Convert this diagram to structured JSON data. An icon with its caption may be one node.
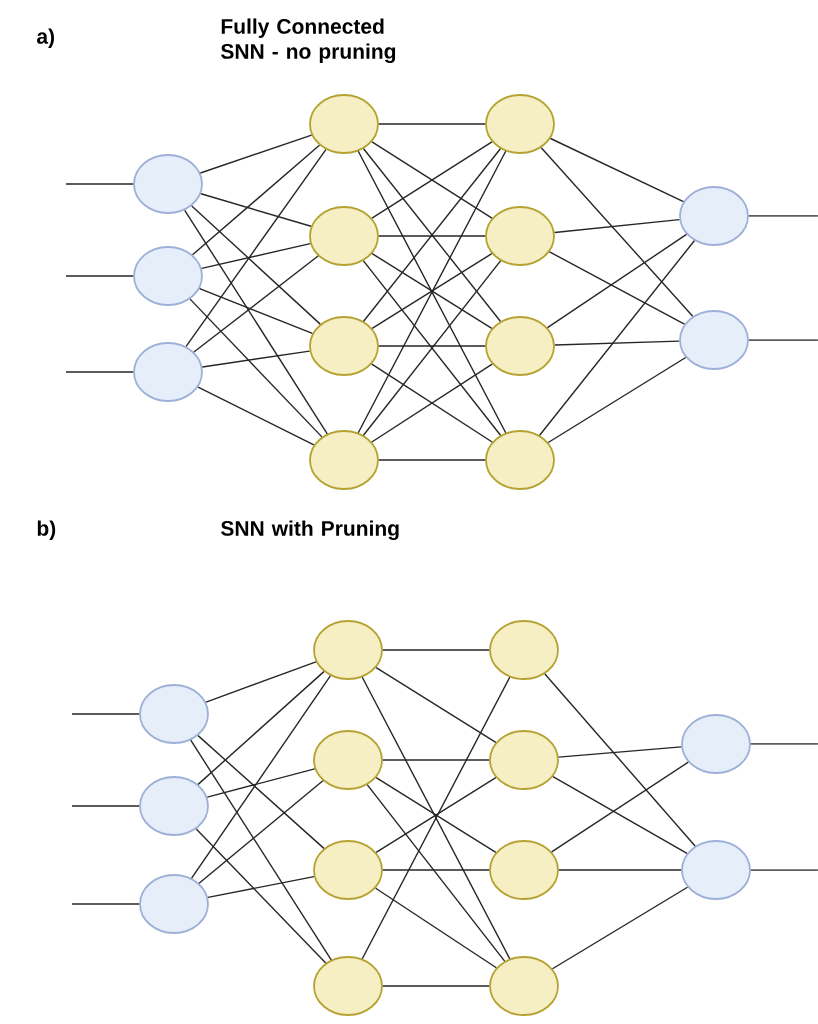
{
  "diagram": {
    "nodes": [
      {
        "text": [],
        "shape": "circle"
      },
      {
        "text": [],
        "shape": "circle"
      },
      {
        "text": [],
        "shape": "circle"
      },
      {
        "text": [],
        "shape": "circle"
      },
      {
        "text": [],
        "shape": "circle"
      },
      {
        "text": [],
        "shape": "circle"
      },
      {
        "text": [],
        "shape": "circle"
      },
      {
        "text": [],
        "shape": "circle"
      },
      {
        "text": [],
        "shape": "circle"
      },
      {
        "text": [],
        "shape": "circle"
      },
      {
        "text": [],
        "shape": "circle"
      },
      {
        "text": [],
        "shape": "circle"
      },
      {
        "text": [],
        "shape": "circle"
      },
      {
        "text": [],
        "shape": "circle"
      },
      {
        "text": [],
        "shape": "circle"
      },
      {
        "text": [],
        "shape": "circle"
      },
      {
        "text": [],
        "shape": "circle"
      },
      {
        "text": [],
        "shape": "circle"
      },
      {
        "text": [],
        "shape": "circle"
      },
      {
        "text": [],
        "shape": "circle"
      },
      {
        "text": [],
        "shape": "circle"
      },
      {
        "text": [],
        "shape": "circle"
      },
      {
        "text": [],
        "shape": "circle"
      },
      {
        "text": [],
        "shape": "circle"
      },
      {
        "text": [],
        "shape": "circle"
      },
      {
        "text": [],
        "shape": "circle"
      }
    ],
    "edges": [
      {
        "from": null,
        "to": 0,
        "arrow": "none"
      },
      {
        "from": null,
        "to": 1,
        "arrow": "none"
      },
      {
        "from": null,
        "to": 2,
        "arrow": "none"
      },
      {
        "from": 0,
        "to": 3,
        "arrow": "none"
      },
      {
        "from": 0,
        "to": 4,
        "arrow": "none"
      },
      {
        "from": 0,
        "to": 5,
        "arrow": "none"
      },
      {
        "from": 0,
        "to": 6,
        "arrow": "none"
      },
      {
        "from": 1,
        "to": 3,
        "arrow": "none"
      },
      {
        "from": 1,
        "to": 4,
        "arrow": "none"
      },
      {
        "from": 1,
        "to": 5,
        "arrow": "none"
      },
      {
        "from": 1,
        "to": 6,
        "arrow": "none"
      },
      {
        "from": 2,
        "to": 3,
        "arrow": "none"
      },
      {
        "from": 2,
        "to": 4,
        "arrow": "none"
      },
      {
        "from": 2,
        "to": 5,
        "arrow": "none"
      },
      {
        "from": 2,
        "to": 6,
        "arrow": "none"
      },
      {
        "from": 3,
        "to": 7,
        "arrow": "none"
      },
      {
        "from": 3,
        "to": 8,
        "arrow": "none"
      },
      {
        "from": 3,
        "to": 9,
        "arrow": "none"
      },
      {
        "from": 3,
        "to": 10,
        "arrow": "none"
      },
      {
        "from": 4,
        "to": 7,
        "arrow": "none"
      },
      {
        "from": 4,
        "to": 8,
        "arrow": "none"
      },
      {
        "from": 4,
        "to": 9,
        "arrow": "none"
      },
      {
        "from": 4,
        "to": 10,
        "arrow": "none"
      },
      {
        "from": 5,
        "to": 7,
        "arrow": "none"
      },
      {
        "from": 5,
        "to": 8,
        "arrow": "none"
      },
      {
        "from": 5,
        "to": 9,
        "arrow": "none"
      },
      {
        "from": 5,
        "to": 10,
        "arrow": "none"
      },
      {
        "from": 6,
        "to": 7,
        "arrow": "none"
      },
      {
        "from": 6,
        "to": 8,
        "arrow": "none"
      },
      {
        "from": 6,
        "to": 9,
        "arrow": "none"
      },
      {
        "from": 6,
        "to": 10,
        "arrow": "none"
      },
      {
        "from": 7,
        "to": 11,
        "arrow": "none"
      },
      {
        "from": 7,
        "to": 12,
        "arrow": "none"
      },
      {
        "from": 8,
        "to": 11,
        "arrow": "none"
      },
      {
        "from": 8,
        "to": 12,
        "arrow": "none"
      },
      {
        "from": 9,
        "to": 11,
        "arrow": "none"
      },
      {
        "from": 9,
        "to": 12,
        "arrow": "none"
      },
      {
        "from": 10,
        "to": 11,
        "arrow": "none"
      },
      {
        "from": 10,
        "to": 12,
        "arrow": "none"
      },
      {
        "from": 11,
        "to": null,
        "arrow": "none"
      },
      {
        "from": 12,
        "to": null,
        "arrow": "none"
      },
      {
        "from": null,
        "to": 13,
        "arrow": "none"
      },
      {
        "from": null,
        "to": 14,
        "arrow": "none"
      },
      {
        "from": null,
        "to": 15,
        "arrow": "none"
      },
      {
        "from": 13,
        "to": 16,
        "arrow": "none"
      },
      {
        "from": 13,
        "to": 18,
        "arrow": "none"
      },
      {
        "from": 13,
        "to": 19,
        "arrow": "none"
      },
      {
        "from": 14,
        "to": 16,
        "arrow": "none"
      },
      {
        "from": 14,
        "to": 17,
        "arrow": "none"
      },
      {
        "from": 14,
        "to": 19,
        "arrow": "none"
      },
      {
        "from": 15,
        "to": 16,
        "arrow": "none"
      },
      {
        "from": 15,
        "to": 17,
        "arrow": "none"
      },
      {
        "from": 15,
        "to": 18,
        "arrow": "none"
      },
      {
        "from": 16,
        "to": 20,
        "arrow": "none"
      },
      {
        "from": 16,
        "to": 21,
        "arrow": "none"
      },
      {
        "from": 16,
        "to": 23,
        "arrow": "none"
      },
      {
        "from": 17,
        "to": 21,
        "arrow": "none"
      },
      {
        "from": 17,
        "to": 22,
        "arrow": "none"
      },
      {
        "from": 17,
        "to": 23,
        "arrow": "none"
      },
      {
        "from": 18,
        "to": 21,
        "arrow": "none"
      },
      {
        "from": 18,
        "to": 22,
        "arrow": "none"
      },
      {
        "from": 18,
        "to": 23,
        "arrow": "none"
      },
      {
        "from": 19,
        "to": 20,
        "arrow": "none"
      },
      {
        "from": 19,
        "to": 23,
        "arrow": "none"
      },
      {
        "from": 20,
        "to": 25,
        "arrow": "none"
      },
      {
        "from": 21,
        "to": 24,
        "arrow": "none"
      },
      {
        "from": 21,
        "to": 25,
        "arrow": "none"
      },
      {
        "from": 22,
        "to": 24,
        "arrow": "none"
      },
      {
        "from": 22,
        "to": 25,
        "arrow": "none"
      },
      {
        "from": 23,
        "to": 25,
        "arrow": "none"
      },
      {
        "from": 24,
        "to": null,
        "arrow": "none"
      },
      {
        "from": 25,
        "to": null,
        "arrow": "none"
      }
    ],
    "labels": [
      "a)",
      "Fully Connected SNN - no pruning",
      "b)",
      "SNN with Pruning"
    ]
  }
}
